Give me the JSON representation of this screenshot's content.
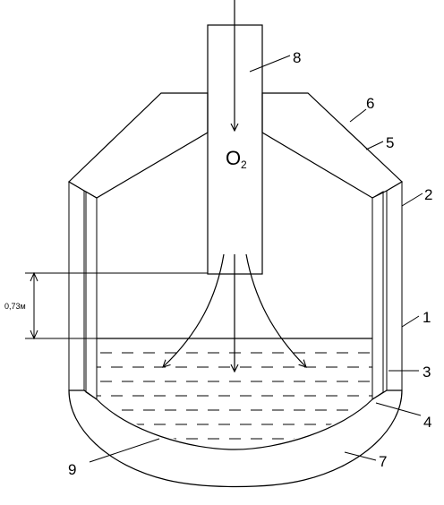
{
  "labels": {
    "l1": "1",
    "l2": "2",
    "l3": "3",
    "l4": "4",
    "l5": "5",
    "l6": "6",
    "l7": "7",
    "l8": "8",
    "l9": "9"
  },
  "gas": {
    "main": "O",
    "sub": "2"
  },
  "dimension": "0,73м",
  "colors": {
    "stroke": "#000000",
    "background": "#ffffff"
  }
}
